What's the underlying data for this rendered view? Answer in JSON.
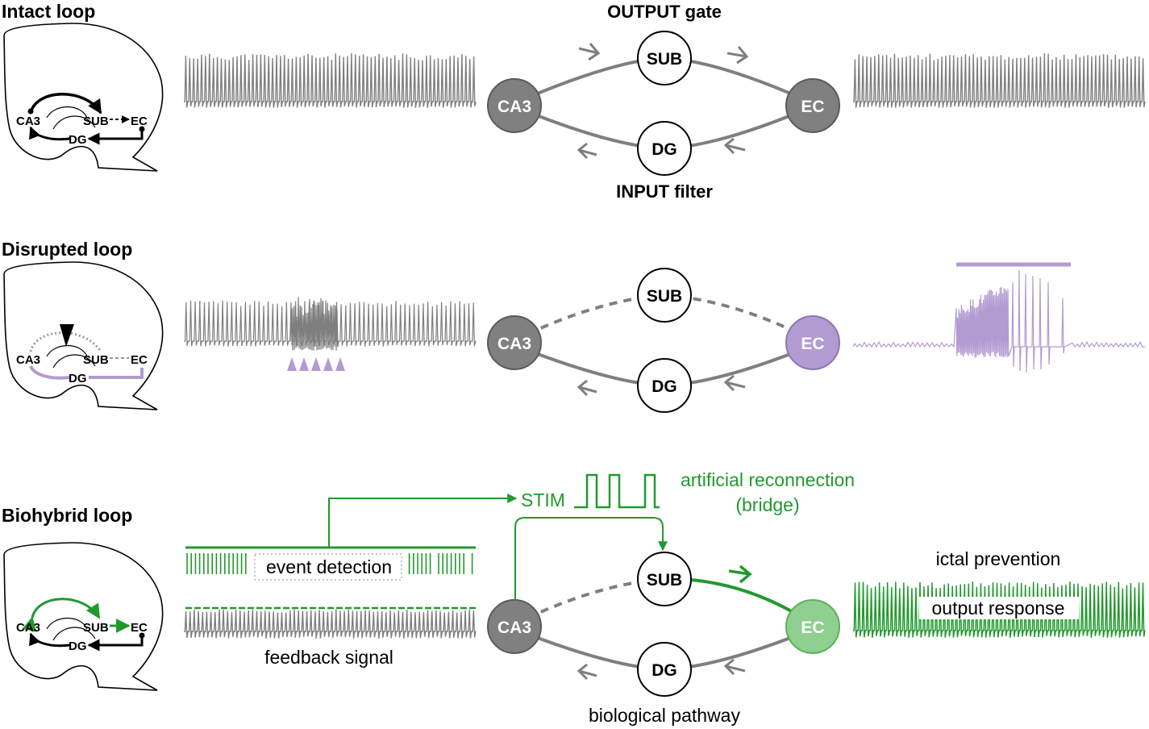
{
  "colors": {
    "gray": "#7f7f7f",
    "node_dark": "#808080",
    "purple": "#b29bd2",
    "green": "#22992e",
    "green_fill": "#8fcf8f",
    "black": "#000000"
  },
  "icons": [
    "brain-hippocampus-icon",
    "lesion-wedge-icon",
    "stimulation-pulse-icon",
    "arrow-icon"
  ],
  "rows": [
    {
      "id": "intact",
      "title": "Intact loop",
      "gate_top": "OUTPUT gate",
      "gate_bottom": "INPUT filter",
      "nodes": {
        "ca3": "CA3",
        "sub": "SUB",
        "ec": "EC",
        "dg": "DG"
      },
      "mini": {
        "ca3": "CA3",
        "sub": "SUB",
        "ec": "EC",
        "dg": "DG"
      }
    },
    {
      "id": "disrupted",
      "title": "Disrupted loop",
      "nodes": {
        "ca3": "CA3",
        "sub": "SUB",
        "ec": "EC",
        "dg": "DG"
      },
      "mini": {
        "ca3": "CA3",
        "sub": "SUB",
        "ec": "EC",
        "dg": "DG"
      },
      "stim_marker_count": 5
    },
    {
      "id": "biohybrid",
      "title": "Biohybrid loop",
      "nodes": {
        "ca3": "CA3",
        "sub": "SUB",
        "ec": "EC",
        "dg": "DG"
      },
      "mini": {
        "ca3": "CA3",
        "sub": "SUB",
        "ec": "EC",
        "dg": "DG"
      },
      "stim_label": "STIM",
      "bridge_label_1": "artificial reconnection",
      "bridge_label_2": "(bridge)",
      "event_detection": "event detection",
      "feedback_signal": "feedback signal",
      "biological_pathway": "biological pathway",
      "ictal_prevention": "ictal prevention",
      "output_response": "output response"
    }
  ]
}
